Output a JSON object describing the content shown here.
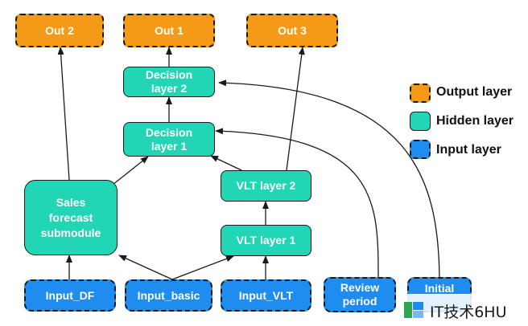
{
  "nodes": {
    "out2": "Out 2",
    "out1": "Out 1",
    "out3": "Out 3",
    "decision2": "Decision layer 2",
    "decision1": "Decision layer 1",
    "sales": "Sales forecast submodule",
    "vlt2": "VLT layer 2",
    "vlt1": "VLT layer 1",
    "input_df": "Input_DF",
    "input_basic": "Input_basic",
    "input_vlt": "Input_VLT",
    "review": "Review period",
    "initial": "Initial"
  },
  "legend": {
    "output": "Output layer",
    "hidden": "Hidden layer",
    "input": "Input layer"
  },
  "watermark": "IT技术6HU",
  "colors": {
    "output": "#f59a17",
    "hidden": "#22d6b5",
    "input": "#1f8cf0"
  }
}
